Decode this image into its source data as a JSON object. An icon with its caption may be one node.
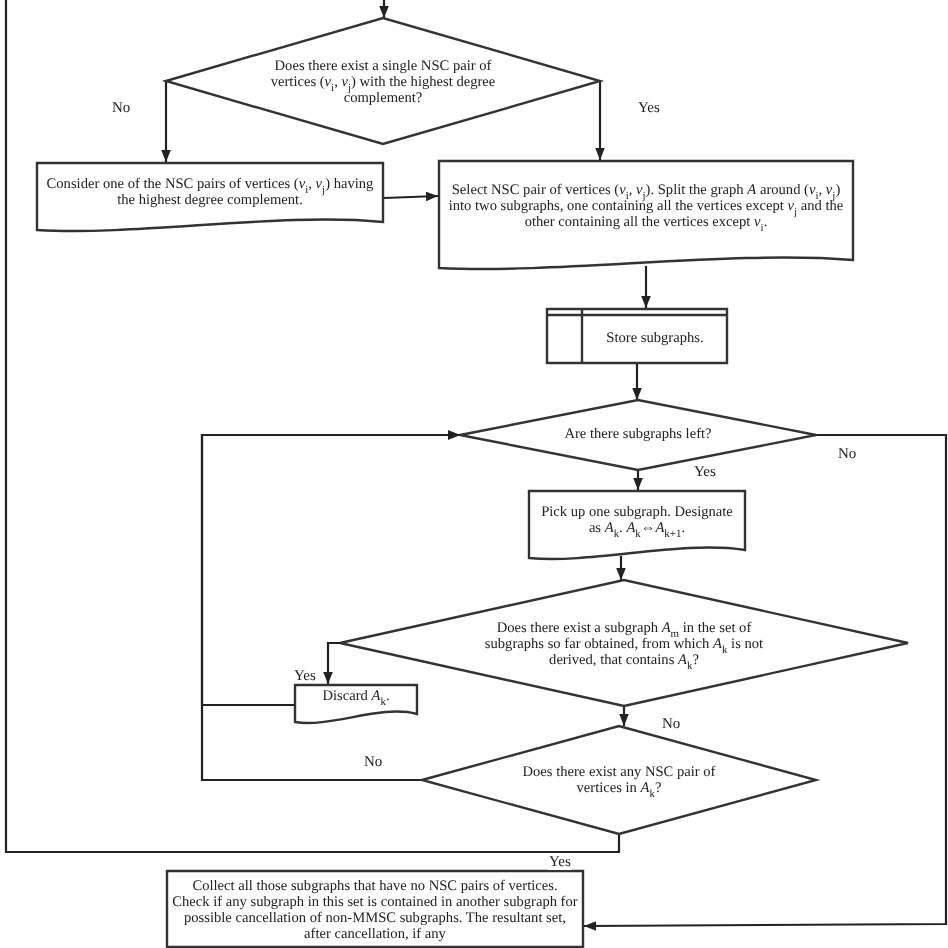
{
  "diagram": {
    "nodes": [
      {
        "text": [
          "Does there exist a single NSC pair of vertices (*v*$_{i}$, *v*$_{j}$) with the highest degree complement?"
        ]
      },
      {
        "text": [
          "Consider one of the NSC pairs of vertices (*v*$_{i}$, *v*$_{j}$) having the highest degree complement."
        ]
      },
      {
        "text": [
          "Select NSC pair of vertices (*v*$_{i}$, *v*$_{j}$). Split the graph *A* around (*v*$_{i}$, *v*$_{j}$) into two subgraphs, one containing all the vertices except *v*$_{j}$ and the other containing all the vertices except *v*$_{i}$."
        ]
      },
      {
        "text": [
          "Store subgraphs."
        ]
      },
      {
        "text": [
          "Are there subgraphs left?"
        ]
      },
      {
        "text": [
          "Pick up one subgraph. Designate as *A*$_{k}$. *A*$_{k}$⇔*A*$_{k+1}$."
        ]
      },
      {
        "text": [
          "Does there exist a subgraph *A*$_{m}$ in the set of subgraphs so far obtained, from which *A*$_{k}$ is not derived, that contains *A*$_{k}$?"
        ]
      },
      {
        "text": [
          "Discard *A*$_{k}$."
        ]
      },
      {
        "text": [
          "Does there exist any NSC pair of vertices in *A*$_{k}$?"
        ]
      },
      {
        "text": [
          "Collect all those subgraphs that have no NSC pairs of vertices. Check if any subgraph in this set is contained in another subgraph for possible cancellation of non-MMSC subgraphs. The resultant set, after cancellation, if any"
        ]
      }
    ],
    "edges": [
      {
        "from": null,
        "to": 0,
        "arrow": "to"
      },
      {
        "from": 0,
        "to": 1,
        "arrow": "to",
        "label": "No"
      },
      {
        "from": 0,
        "to": 2,
        "arrow": "to",
        "label": "Yes"
      },
      {
        "from": 1,
        "to": 2,
        "arrow": "to"
      },
      {
        "from": 2,
        "to": 3,
        "arrow": "to"
      },
      {
        "from": 3,
        "to": 4,
        "arrow": "to"
      },
      {
        "from": 4,
        "to": 5,
        "arrow": "to",
        "label": "Yes"
      },
      {
        "from": 4,
        "to": 9,
        "arrow": "to",
        "label": "No"
      },
      {
        "from": 5,
        "to": 6,
        "arrow": "to"
      },
      {
        "from": 6,
        "to": 7,
        "arrow": "to",
        "label": "Yes"
      },
      {
        "from": 6,
        "to": 8,
        "arrow": "to",
        "label": "No"
      },
      {
        "from": 7,
        "to": 4,
        "arrow": "to"
      },
      {
        "from": 8,
        "to": 4,
        "arrow": "to",
        "label": "No"
      },
      {
        "from": 8,
        "to": null,
        "arrow": "none",
        "label": "Yes"
      }
    ]
  }
}
